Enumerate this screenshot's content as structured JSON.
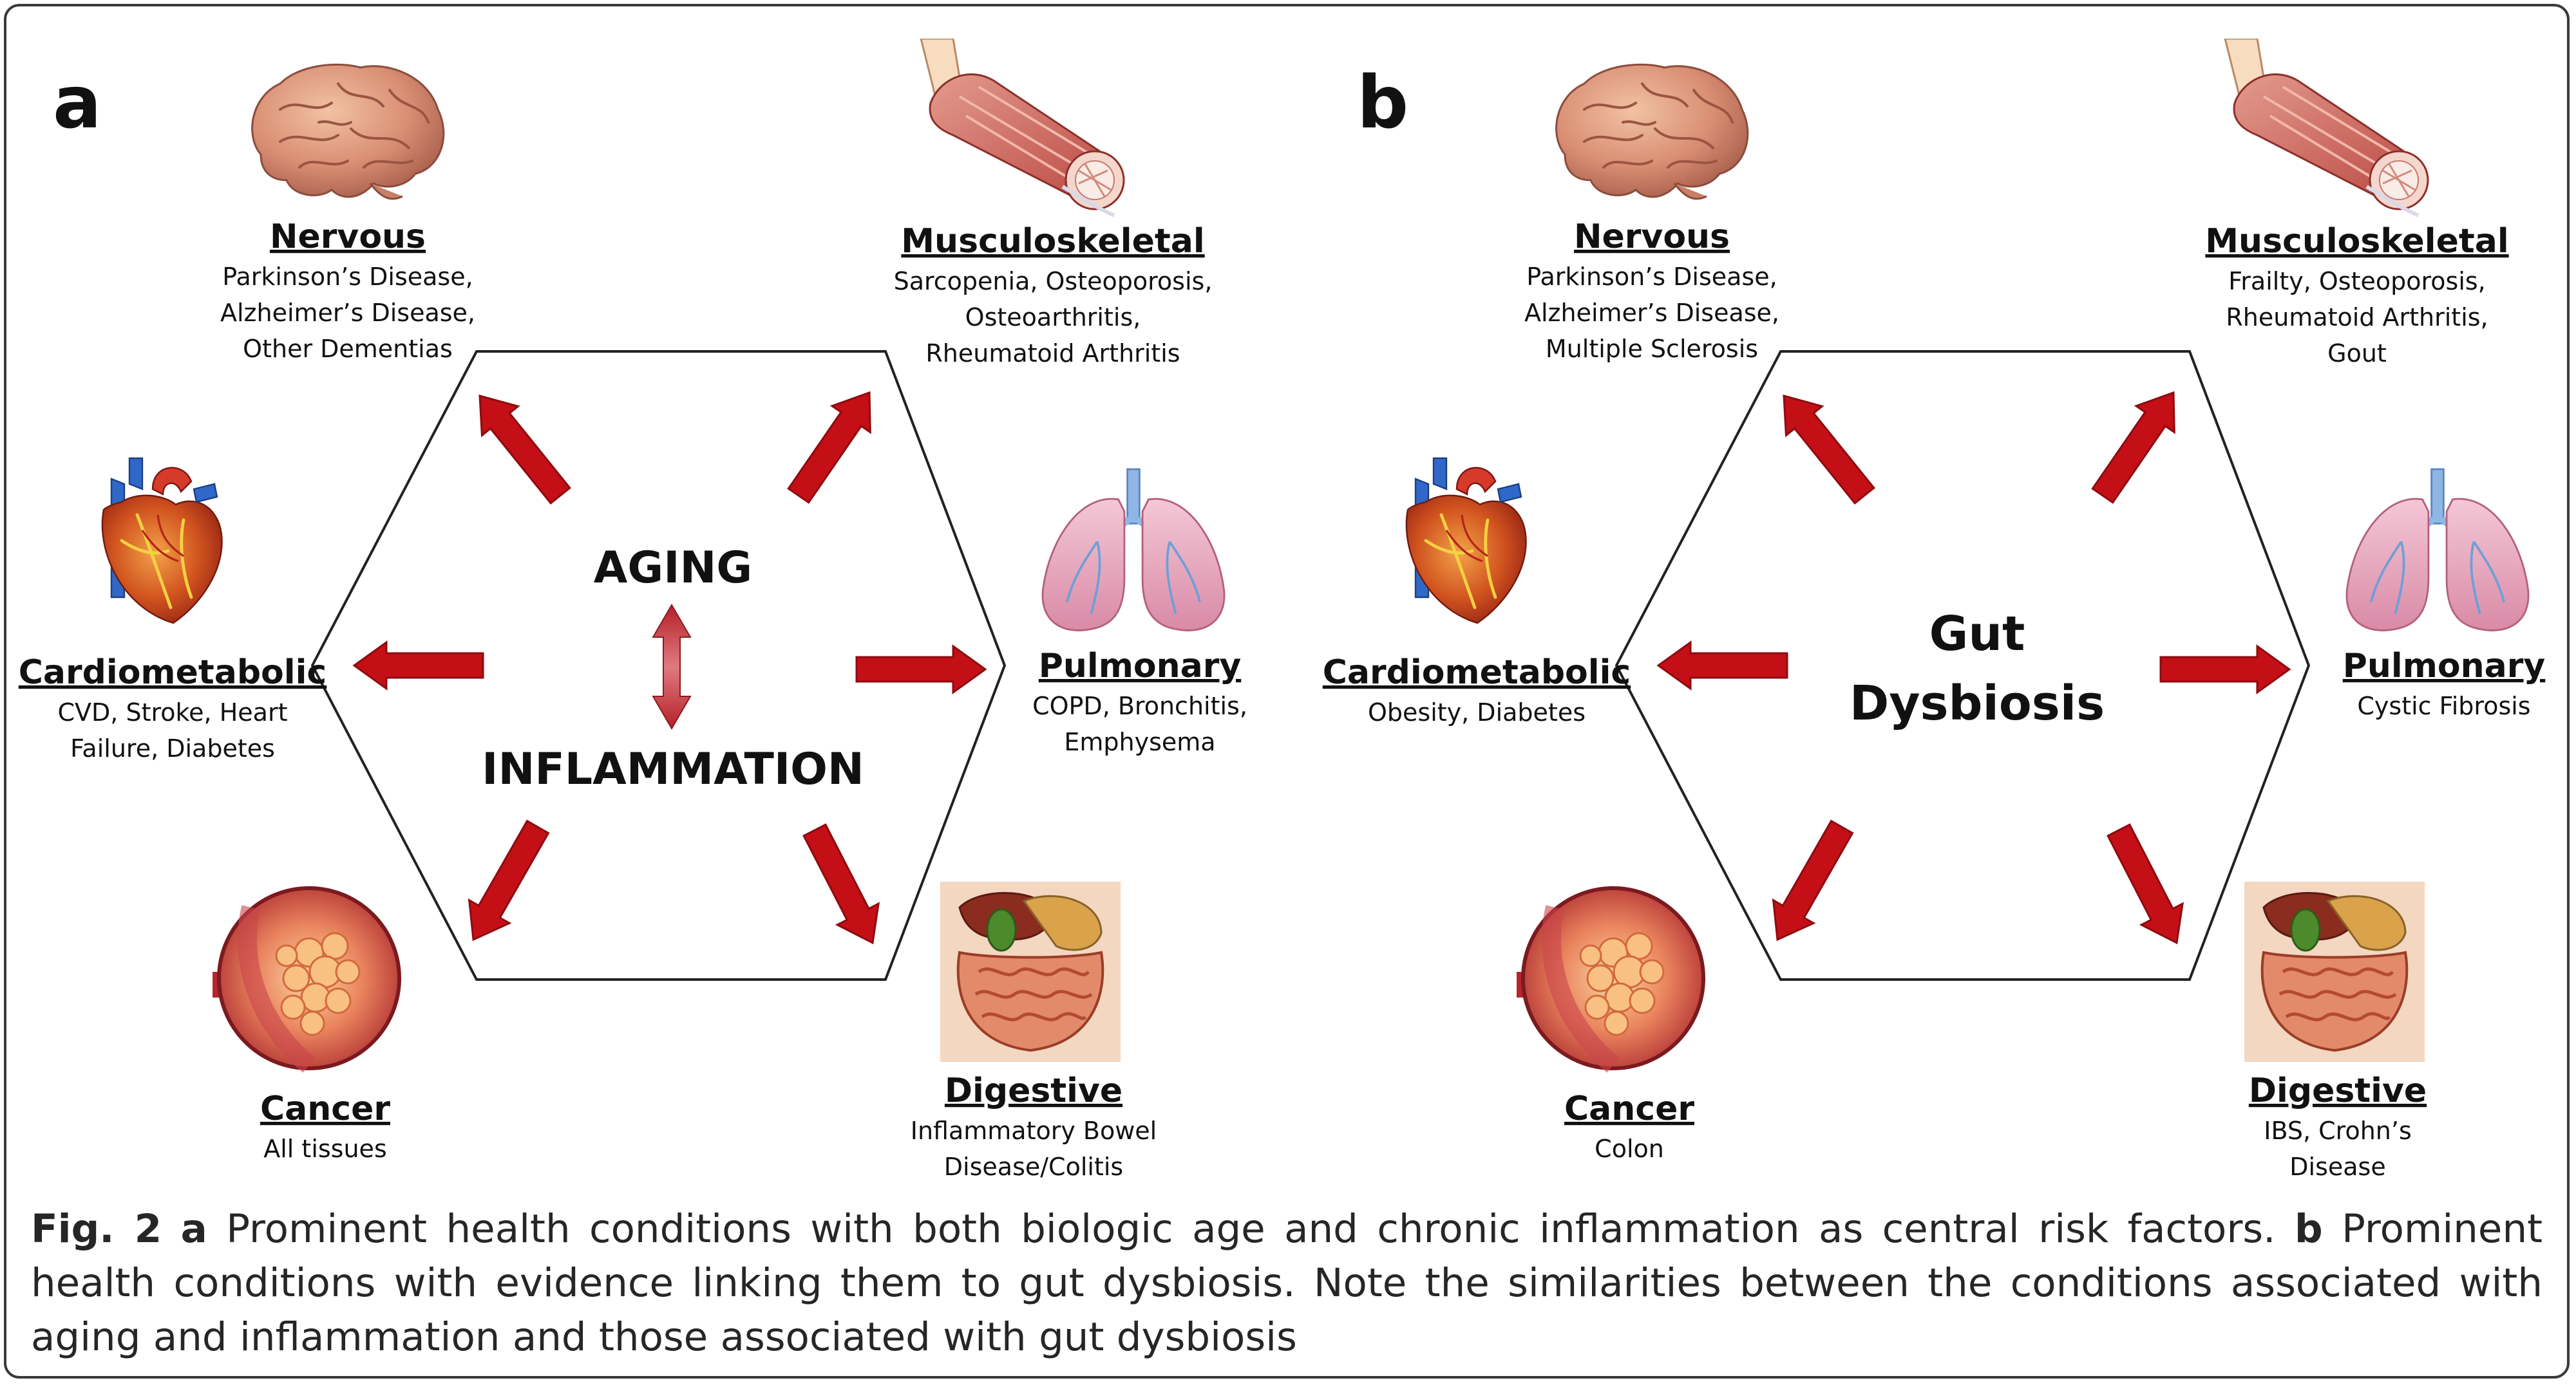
{
  "colors": {
    "arrow": "#c40f16",
    "arrow_dark": "#8e0b10",
    "text": "#111111",
    "hexagon": "#222222"
  },
  "panels": [
    {
      "letter": "a",
      "center_lines": [
        "AGING",
        "INFLAMMATION"
      ],
      "systems": {
        "nervous": {
          "title": "Nervous",
          "lines": [
            "Parkinson’s Disease,",
            "Alzheimer’s Disease,",
            "Other Dementias"
          ],
          "icon": "brain-icon"
        },
        "musculoskeletal": {
          "title": "Musculoskeletal",
          "lines": [
            "Sarcopenia, Osteoporosis,",
            "Osteoarthritis,",
            "Rheumatoid Arthritis"
          ],
          "icon": "muscle-bone-icon"
        },
        "cardiometabolic": {
          "title": "Cardiometabolic",
          "lines": [
            "CVD, Stroke, Heart",
            "Failure, Diabetes"
          ],
          "icon": "heart-icon"
        },
        "pulmonary": {
          "title": "Pulmonary",
          "lines": [
            "COPD, Bronchitis,",
            "Emphysema"
          ],
          "icon": "lungs-icon"
        },
        "cancer": {
          "title": "Cancer",
          "lines": [
            "All tissues"
          ],
          "icon": "tumor-icon"
        },
        "digestive": {
          "title": "Digestive",
          "lines": [
            "Inflammatory Bowel",
            "Disease/Colitis"
          ],
          "icon": "digestive-organs-icon"
        }
      }
    },
    {
      "letter": "b",
      "center_lines": [
        "Gut",
        "Dysbiosis"
      ],
      "systems": {
        "nervous": {
          "title": "Nervous",
          "lines": [
            "Parkinson’s Disease,",
            "Alzheimer’s Disease,",
            "Multiple Sclerosis"
          ],
          "icon": "brain-icon"
        },
        "musculoskeletal": {
          "title": "Musculoskeletal",
          "lines": [
            "Frailty, Osteoporosis,",
            "Rheumatoid Arthritis,",
            "Gout"
          ],
          "icon": "muscle-bone-icon"
        },
        "cardiometabolic": {
          "title": "Cardiometabolic",
          "lines": [
            "Obesity, Diabetes"
          ],
          "icon": "heart-icon"
        },
        "pulmonary": {
          "title": "Pulmonary",
          "lines": [
            "Cystic Fibrosis"
          ],
          "icon": "lungs-icon"
        },
        "cancer": {
          "title": "Cancer",
          "lines": [
            "Colon"
          ],
          "icon": "tumor-icon"
        },
        "digestive": {
          "title": "Digestive",
          "lines": [
            "IBS, Crohn’s",
            "Disease"
          ],
          "icon": "digestive-organs-icon"
        }
      }
    }
  ],
  "caption": {
    "fig_label": "Fig. 2",
    "a_label": "a",
    "a_text": "Prominent health conditions with both biologic age and chronic inflammation as central risk factors.",
    "b_label": "b",
    "b_text": "Prominent health conditions with evidence linking them to gut dysbiosis. Note the similarities between the conditions associated with aging and inflammation and those associated with gut dysbiosis"
  }
}
